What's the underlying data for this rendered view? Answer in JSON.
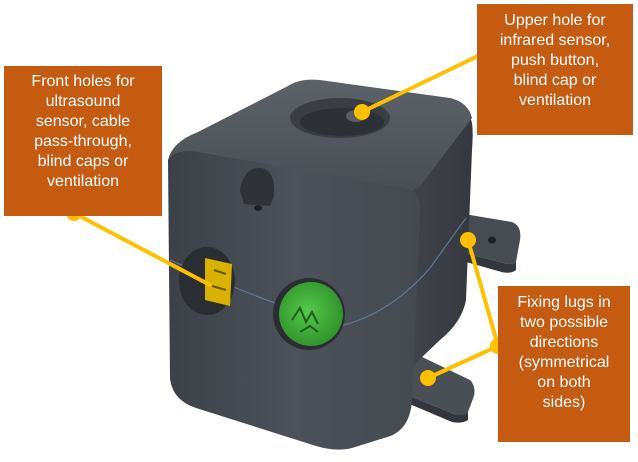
{
  "callouts": {
    "upper_hole": {
      "lines": [
        "Upper hole for",
        "infrared sensor,",
        "push button,",
        "blind cap or",
        "ventilation"
      ]
    },
    "front_holes": {
      "lines": [
        "Front holes for",
        "ultrasound",
        "sensor, cable",
        "pass-through,",
        "blind caps or",
        "ventilation"
      ]
    },
    "fixing_lugs": {
      "lines": [
        "Fixing lugs in",
        "two possible",
        "directions",
        "(symmetrical",
        "on both",
        "sides)"
      ]
    }
  },
  "colors": {
    "callout_bg": "#c55a11",
    "callout_text": "#ffffff",
    "leader_line": "#ffc000",
    "enclosure": "#4a4e55",
    "sensor_green": "#3aa935",
    "sensor_yellow": "#d9b200"
  }
}
